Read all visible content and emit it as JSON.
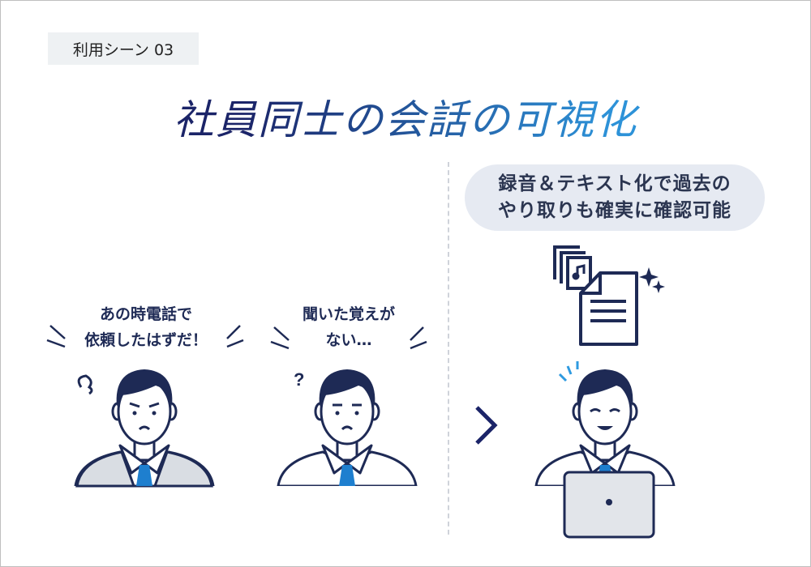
{
  "tag": "利用シーン 03",
  "title": "社員同士の会話の可視化",
  "benefit_bubble": {
    "line1": "録音＆テキスト化で過去の",
    "line2": "やり取りも確実に確認可能"
  },
  "speech_left": {
    "line1": "あの時電話で",
    "line2": "依頼したはずだ！"
  },
  "speech_middle": {
    "line1": "聞いた覚えが",
    "line2": "ない…"
  },
  "colors": {
    "navy": "#1e2a55",
    "accent_blue": "#1e7fcf",
    "bubble_bg": "#e6eaf2",
    "tag_bg": "#eef1f3"
  }
}
